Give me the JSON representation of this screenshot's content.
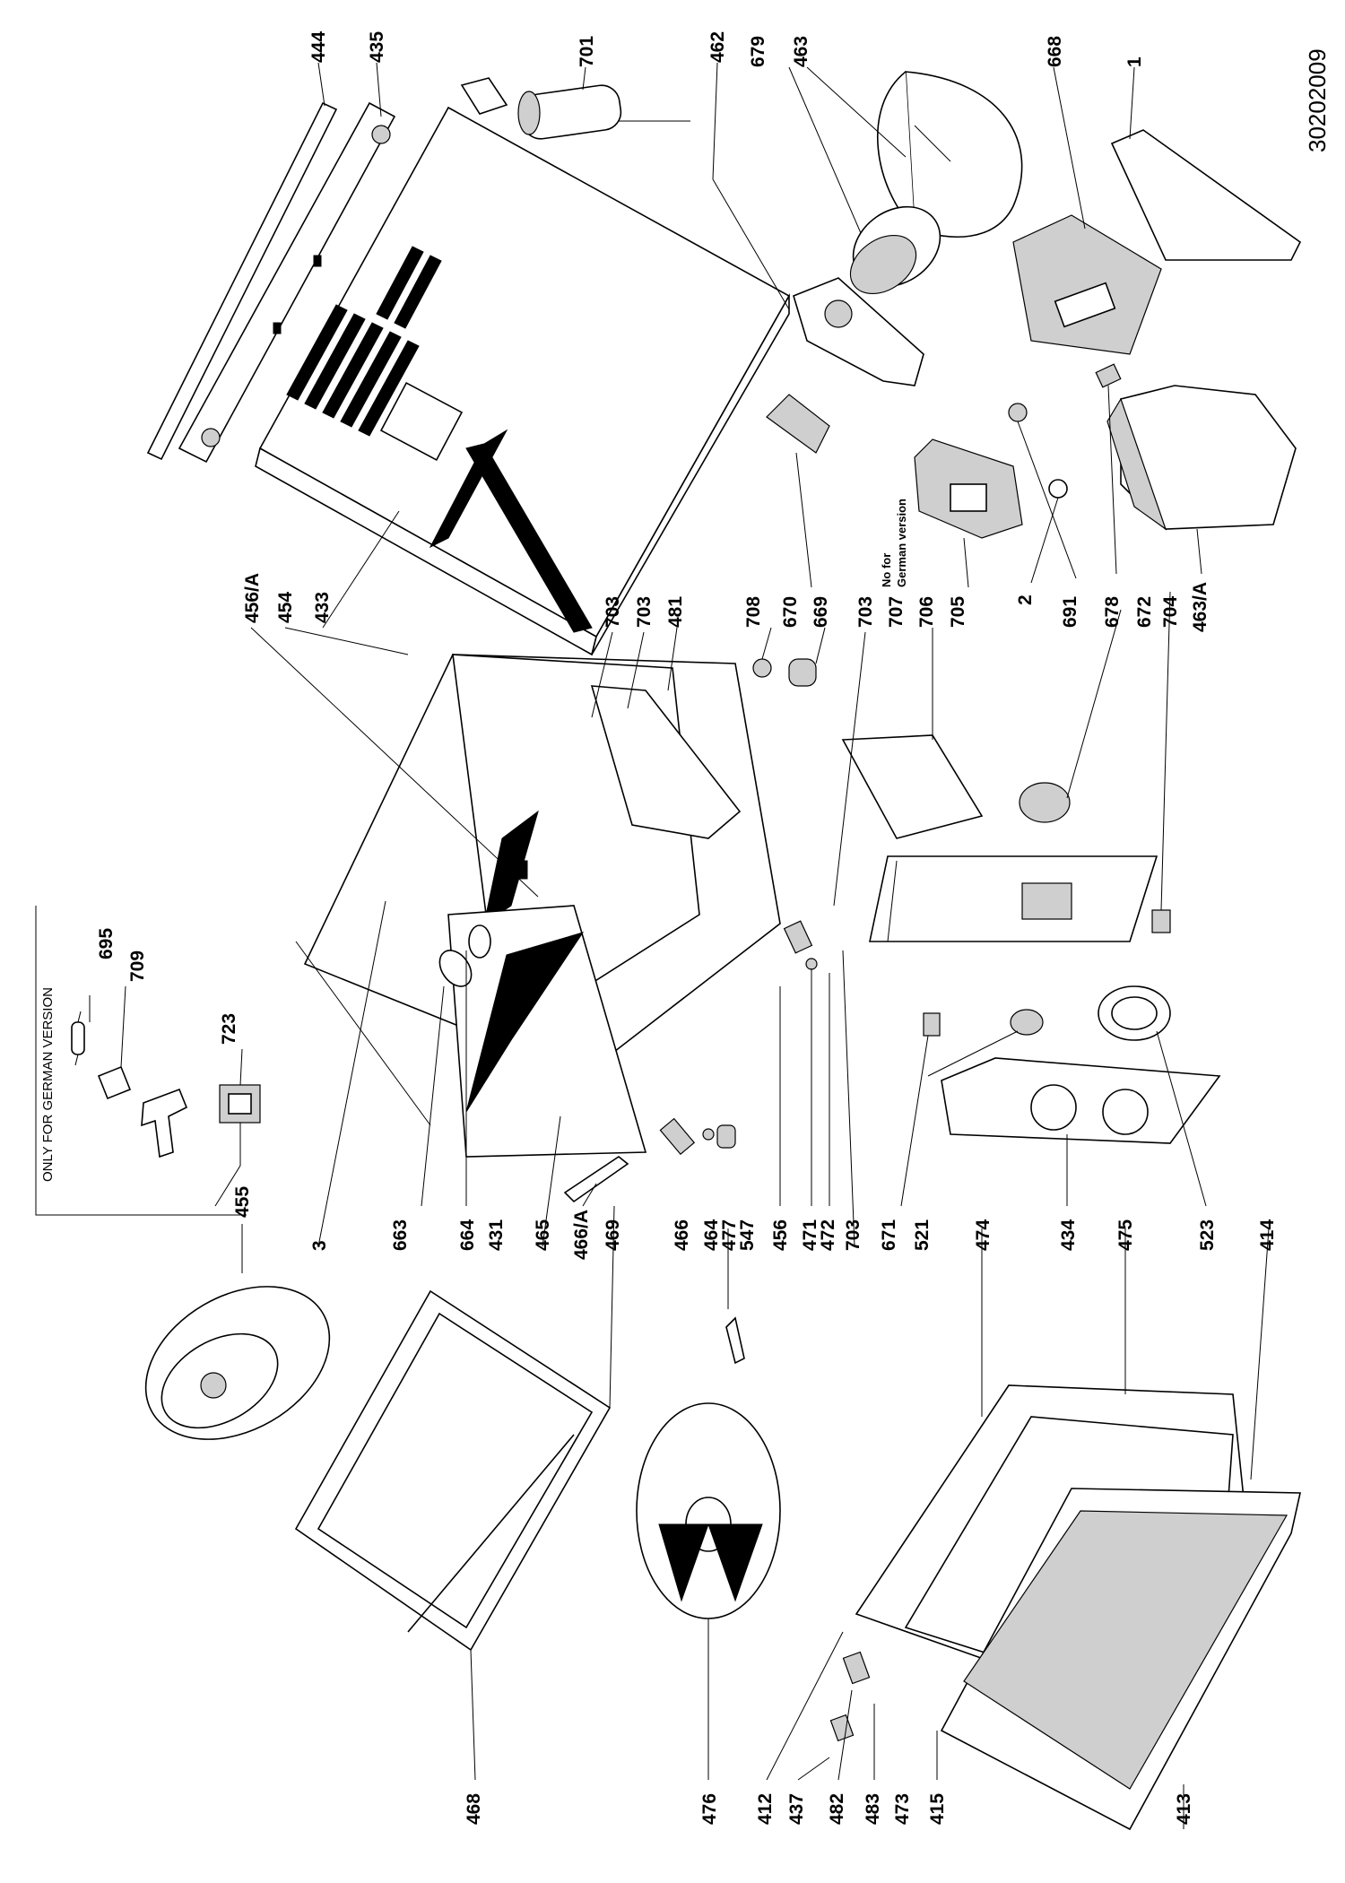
{
  "document_number": "30202009",
  "german_note": {
    "title": "ONLY FOR GERMAN VERSION",
    "parts": [
      "695",
      "709",
      "723"
    ]
  },
  "small_note": {
    "line1": "No for",
    "line2": "German version"
  },
  "labels": {
    "l444": "444",
    "l435": "435",
    "l701": "701",
    "l462": "462",
    "l679": "679",
    "l463": "463",
    "l668": "668",
    "l1": "1",
    "l456a": "456/A",
    "l454": "454",
    "l433": "433",
    "l703a": "703",
    "l703b": "703",
    "l481": "481",
    "l708": "708",
    "l670": "670",
    "l669": "669",
    "l703c": "703",
    "l707": "707",
    "l706": "706",
    "l705": "705",
    "l2": "2",
    "l691": "691",
    "l678": "678",
    "l672": "672",
    "l704": "704",
    "l463a": "463/A",
    "l3": "3",
    "l663": "663",
    "l664": "664",
    "l431": "431",
    "l465": "465",
    "l466a": "466/A",
    "l469": "469",
    "l466": "466",
    "l464": "464",
    "l477": "477",
    "l547": "547",
    "l456": "456",
    "l471": "471",
    "l472": "472",
    "l703d": "703",
    "l671": "671",
    "l521": "521",
    "l474": "474",
    "l434": "434",
    "l475": "475",
    "l523": "523",
    "l414": "414",
    "l455": "455",
    "l468": "468",
    "l476": "476",
    "l412": "412",
    "l437": "437",
    "l482": "482",
    "l483": "483",
    "l473": "473",
    "l415": "415",
    "l413": "413"
  }
}
